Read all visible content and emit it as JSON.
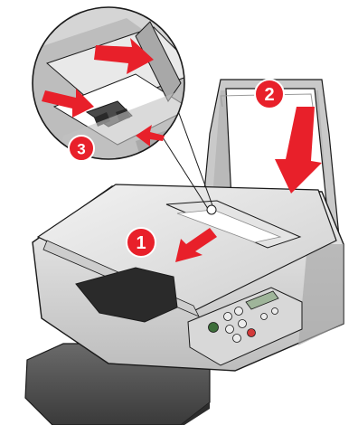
{
  "illustration": {
    "subject": "printer-paper-loading-diagram",
    "colors": {
      "callout_red": "#e8202a",
      "paper": "#ffffff",
      "printer_body": "#d9d9d9",
      "printer_shadow": "#a9a9a9",
      "output_tray": "#4a4a4a",
      "outline": "#1a1a1a"
    }
  },
  "steps": [
    {
      "number": "1",
      "icon": "arrow-into-paper-support"
    },
    {
      "number": "2",
      "icon": "arrow-down-load-paper"
    },
    {
      "number": "3",
      "icon": "arrow-squeeze-paper-guide"
    }
  ]
}
